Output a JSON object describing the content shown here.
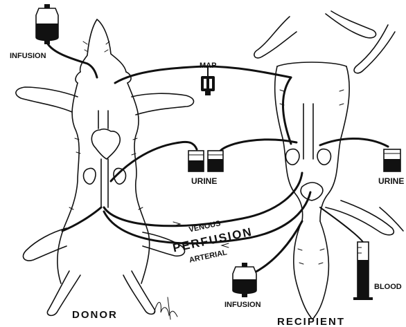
{
  "labels": {
    "infusion_donor": "INFUSION",
    "map": "MAP",
    "urine_center": "URINE",
    "urine_right": "URINE",
    "venous": "VENOUS",
    "perfusion": "PERFUSION",
    "arterial": "ARTERIAL",
    "blood": "BLOOD",
    "infusion_recipient": "INFUSION",
    "donor": "DONOR",
    "recipient": "RECIPIENT"
  },
  "icons": {
    "infusion_bag": "infusion-bag-icon",
    "pressure_transducer": "pressure-transducer-icon",
    "urine_beaker": "beaker-icon",
    "blood_cylinder": "graduated-cylinder-icon"
  },
  "colors": {
    "ink": "#111111",
    "paper": "#ffffff"
  }
}
